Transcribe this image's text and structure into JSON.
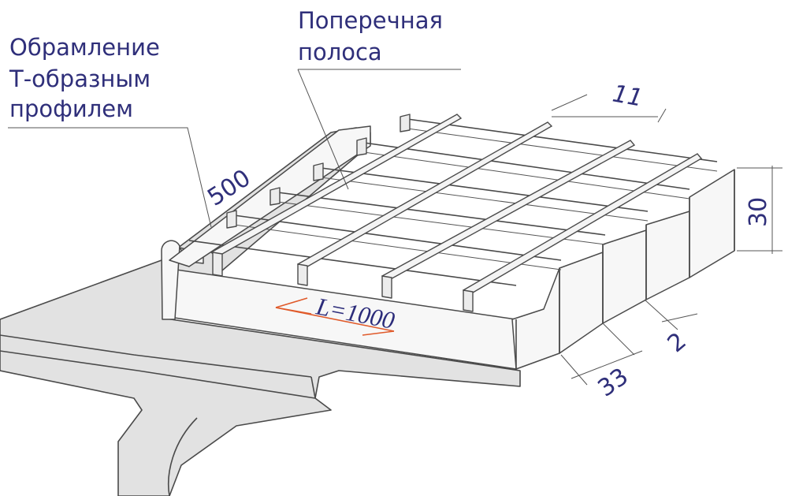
{
  "labels": {
    "frame_profile": [
      "Обрамление",
      "Т-образным",
      "профилем"
    ],
    "cross_bar": [
      "Поперечная",
      "полоса"
    ],
    "dim_width": "500",
    "dim_cross_pitch": "11",
    "dim_height": "30",
    "dim_thickness": "2",
    "dim_bearing_pitch": "33",
    "dim_length": "L=1000"
  },
  "colors": {
    "text": "#2f2f7a",
    "length_arrow": "#e05a2a",
    "beam_fill": "#e2e2e2",
    "line": "#4a4a4a"
  }
}
